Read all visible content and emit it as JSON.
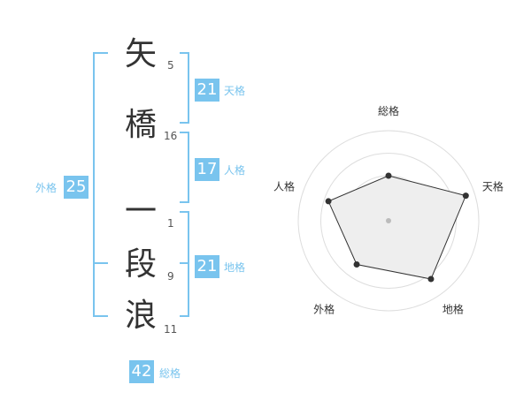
{
  "name": {
    "chars": [
      {
        "char": "矢",
        "strokes": "5"
      },
      {
        "char": "橋",
        "strokes": "16"
      },
      {
        "char": "一",
        "strokes": "1"
      },
      {
        "char": "段",
        "strokes": "9"
      },
      {
        "char": "浪",
        "strokes": "11"
      }
    ]
  },
  "kakusu": {
    "tenkaku": {
      "value": "21",
      "label": "天格"
    },
    "jinkaku": {
      "value": "17",
      "label": "人格"
    },
    "chikaku": {
      "value": "21",
      "label": "地格"
    },
    "gaikaku": {
      "value": "25",
      "label": "外格"
    },
    "soukaku": {
      "value": "42",
      "label": "総格"
    }
  },
  "colors": {
    "accent": "#79c4ee",
    "text": "#333333",
    "radar_fill": "#eeeeee",
    "radar_line": "#333333",
    "grid": "#cccccc"
  },
  "chart_data": {
    "type": "radar",
    "axes": [
      "総格",
      "天格",
      "地格",
      "外格",
      "人格"
    ],
    "values": [
      0.5,
      0.9,
      0.8,
      0.6,
      0.7
    ],
    "rings": 4
  }
}
